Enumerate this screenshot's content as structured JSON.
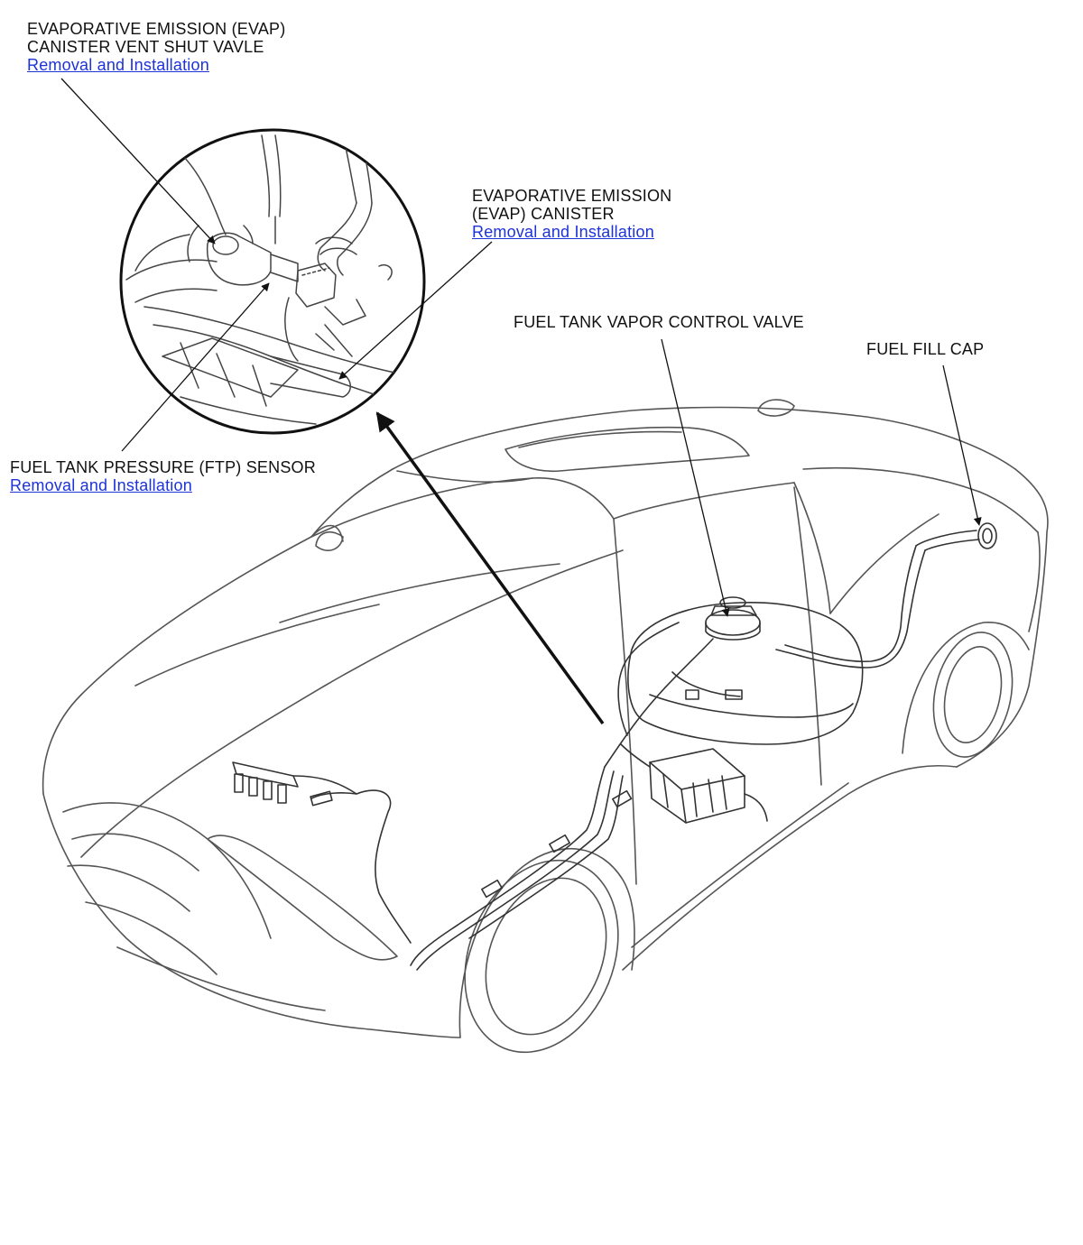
{
  "callouts": {
    "evap_vent_valve": {
      "line1": "EVAPORATIVE EMISSION (EVAP)",
      "line2": "CANISTER VENT SHUT VAVLE",
      "link": "Removal and Installation"
    },
    "evap_canister": {
      "line1": "EVAPORATIVE EMISSION",
      "line2": "(EVAP) CANISTER",
      "link": "Removal and Installation"
    },
    "ftp_sensor": {
      "line1": "FUEL TANK PRESSURE (FTP) SENSOR",
      "link": "Removal and Installation"
    },
    "vapor_control_valve": {
      "line1": "FUEL TANK VAPOR CONTROL VALVE"
    },
    "fuel_fill_cap": {
      "line1": "FUEL FILL CAP"
    }
  },
  "colors": {
    "link": "#1d33d8",
    "text": "#111111",
    "lineart": "#444444"
  }
}
